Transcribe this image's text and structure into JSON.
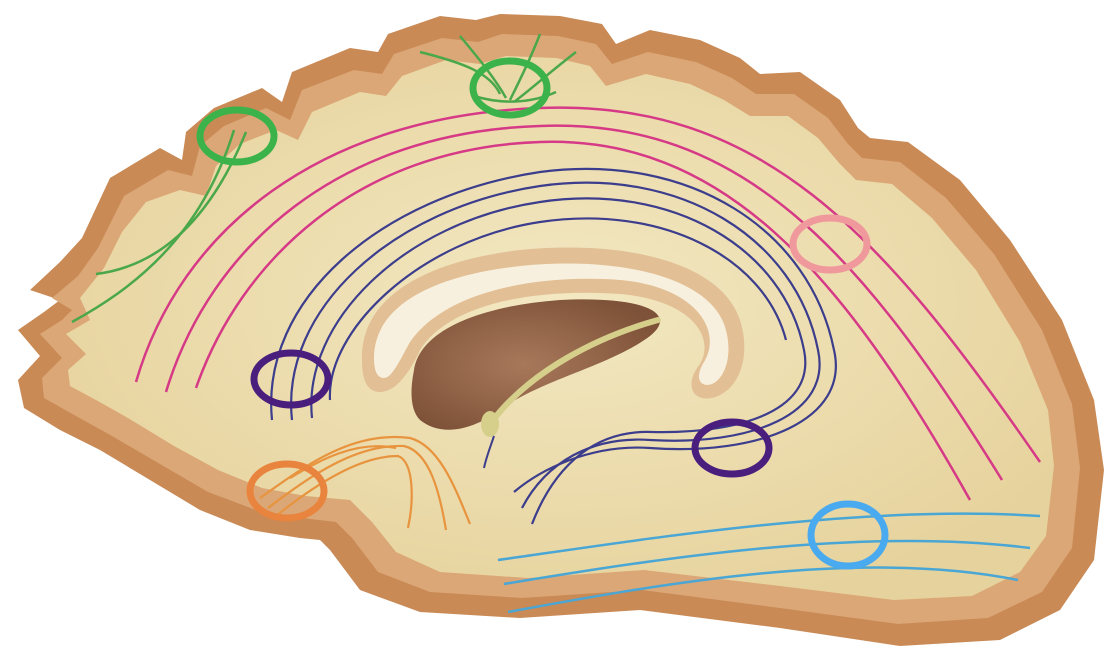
{
  "diagram": {
    "subject": "brain-hemisphere-white-matter-tracts",
    "colors": {
      "background": "#ffffff",
      "cortex_outer": "#c98a56",
      "cortex_mid": "#dba776",
      "white_matter": "#eddcaa",
      "white_matter_light": "#f3e8c2",
      "ventricle_rim": "#e2bf95",
      "ventricle_inner": "#f8f0de",
      "thalamus": "#9a6a48",
      "fornix": "#d6cf8c",
      "green_tract": "#4aa84a",
      "magenta_tract": "#d63a86",
      "navy_tract": "#3c3d8c",
      "orange_tract": "#e8943e",
      "cyan_tract": "#4aa6d4",
      "marker_green": "#3cb34a",
      "marker_pink": "#f0999c",
      "marker_purple": "#4a1e7c",
      "marker_orange": "#e8843e",
      "marker_blue": "#4aaaf0"
    },
    "markers": [
      {
        "name": "green-circle-superior-frontal",
        "color": "#3cb34a"
      },
      {
        "name": "green-circle-superior-central",
        "color": "#3cb34a"
      },
      {
        "name": "pink-circle-superior-longitudinal",
        "color": "#f0999c"
      },
      {
        "name": "purple-circle-cingulum-anterior",
        "color": "#4a1e7c"
      },
      {
        "name": "purple-circle-cingulum-posterior",
        "color": "#4a1e7c"
      },
      {
        "name": "orange-circle-uncinate",
        "color": "#e8843e"
      },
      {
        "name": "blue-circle-inferior-longitudinal",
        "color": "#4aaaf0"
      }
    ]
  }
}
